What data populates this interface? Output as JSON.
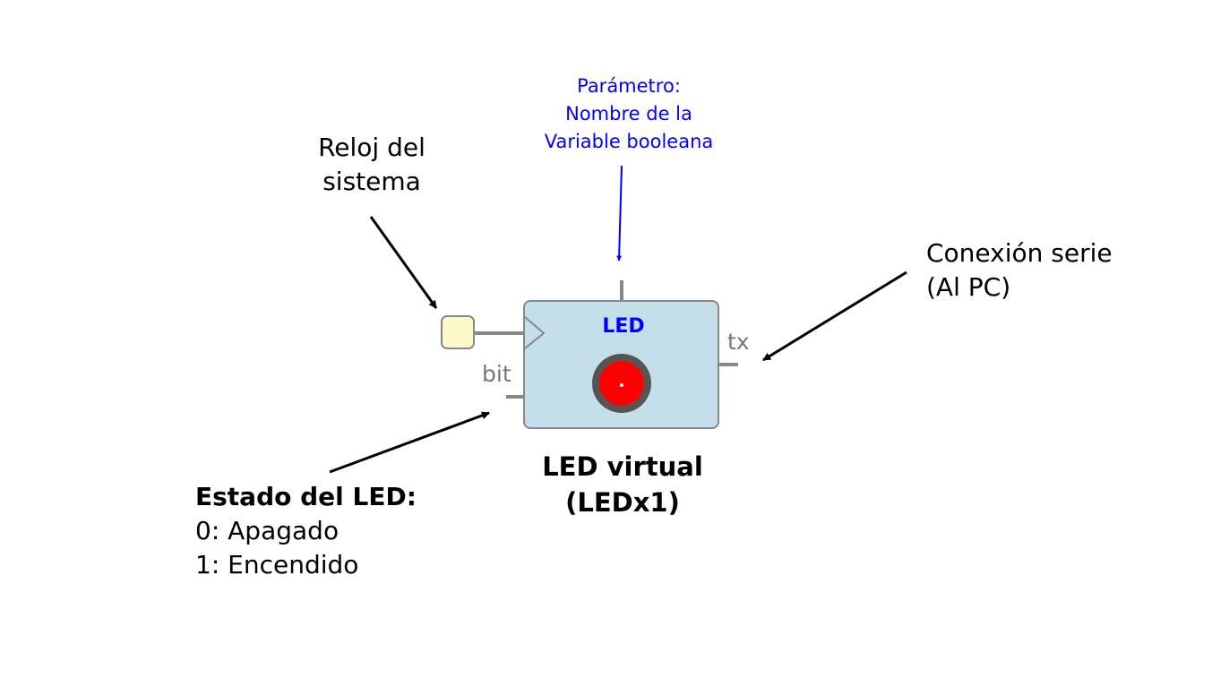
{
  "parameter_note": [
    "Parámetro:",
    "Nombre de la",
    "Variable booleana"
  ],
  "clock_note": [
    "Reloj del",
    "sistema"
  ],
  "serial_note": [
    "Conexión serie",
    "(Al PC)"
  ],
  "state_note": {
    "title": "Estado del LED:",
    "lines": [
      "0: Apagado",
      "1: Encendido"
    ]
  },
  "block": {
    "title": "LED",
    "input_port": "bit",
    "output_port": "tx",
    "caption": [
      "LED virtual",
      "(LEDx1)"
    ]
  },
  "colors": {
    "block_fill": "#c4dfe9",
    "block_border": "#888888",
    "led_red": "#ff0000",
    "led_ring": "#555555",
    "clock_fill": "#fdf9c9",
    "annotation_blue": "#0000ff",
    "wire_gray": "#888888"
  }
}
